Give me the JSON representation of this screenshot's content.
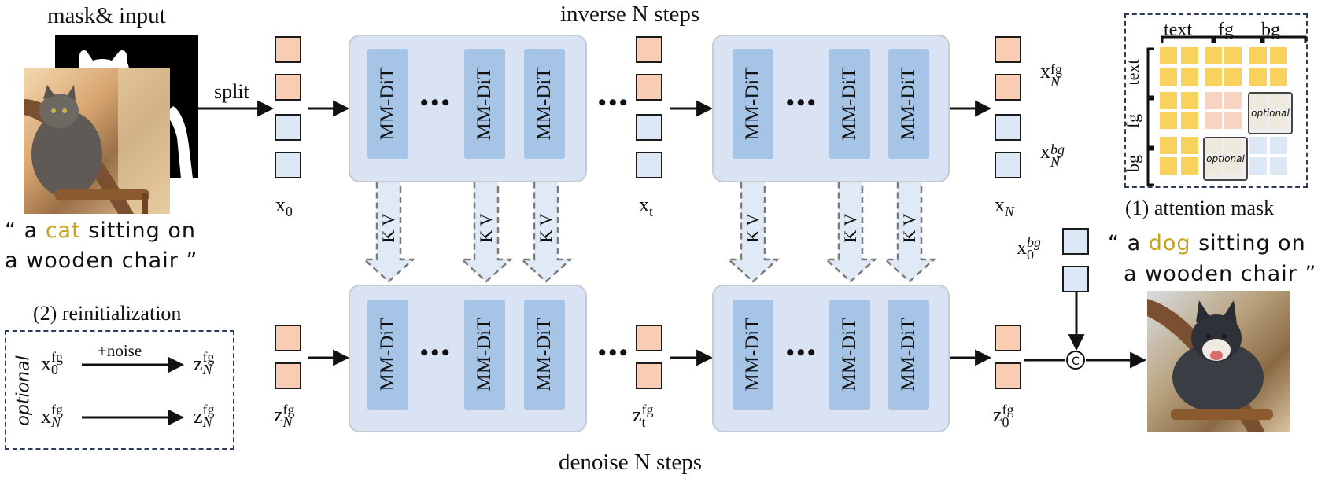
{
  "labels": {
    "mask_input": "mask& input",
    "split": "split",
    "inverse": "inverse N steps",
    "denoise": "denoise N steps",
    "mmdit": "MM-DiT",
    "kv": "K V",
    "dots": "•••",
    "prompt_src_pre": "“ a ",
    "prompt_src_word": "cat",
    "prompt_src_post": " sitting on",
    "prompt_src_line2": "a wooden chair ”",
    "prompt_tgt_pre": "“ a ",
    "prompt_tgt_word": "dog",
    "prompt_tgt_post": " sitting on",
    "prompt_tgt_line2": "a wooden chair ”",
    "reinit_title": "(2) reinitialization",
    "optional": "optional",
    "noise": "+noise",
    "attn_title": "(1) attention mask",
    "attn_cols": [
      "text",
      "fg",
      "bg"
    ],
    "attn_rows": [
      "text",
      "fg",
      "bg"
    ],
    "concat": "C",
    "x_main": "x",
    "z_main": "z",
    "sub_0": "0",
    "sub_t": "t",
    "sub_N": "N",
    "sup_fg": "fg",
    "sup_bg": "bg"
  },
  "colors": {
    "highlight_word": "#c8a21e",
    "token_orange": "#f9cdb4",
    "token_blue": "#dce8f6",
    "panel": "#d9e3f4",
    "mmdit": "#a6c5e6",
    "attn_yellow": "#f8d25c",
    "attn_peach": "#f8d3c1",
    "attn_lightblue": "#dce8f6",
    "attn_border": "#2c3e5c"
  },
  "icons": [
    "cat-photo",
    "mask-image",
    "dog-photo",
    "concat-icon",
    "arrow-icon"
  ]
}
